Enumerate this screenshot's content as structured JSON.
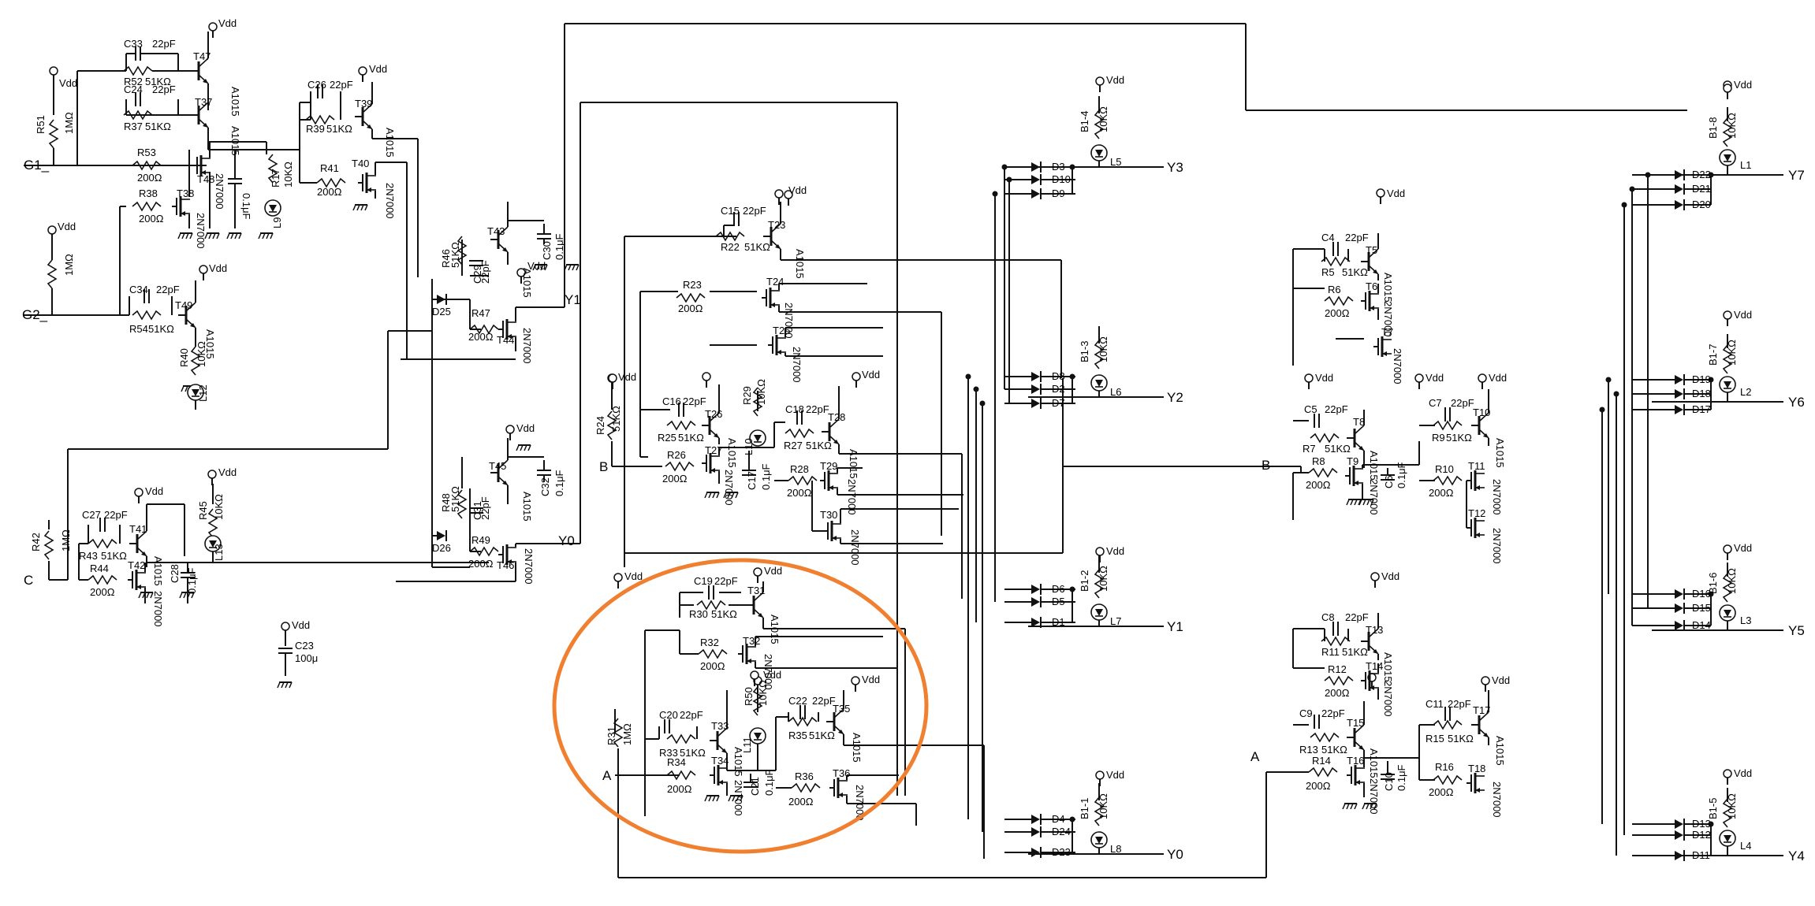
{
  "io": {
    "G1": "G1_",
    "G2": "G2_",
    "C_in": "C",
    "B_left": "B",
    "A_left": "A",
    "B_right": "B",
    "A_right": "A",
    "Y0": "Y0",
    "Y1": "Y1",
    "Y2": "Y2",
    "Y3": "Y3",
    "Y4": "Y4",
    "Y5": "Y5",
    "Y6": "Y6",
    "Y7": "Y7",
    "Y1_mid": "Y1",
    "Y0_mid": "Y0"
  },
  "vdd": "Vdd",
  "parts": {
    "A1015": "A1015",
    "N7000": "2N7000",
    "C22pF": "22pF",
    "R51k": "51KΩ",
    "R200": "200Ω",
    "R1M": "1MΩ",
    "R10k": "10KΩ",
    "C01": "0.1μF",
    "C100": "100μ",
    "T47": "T47",
    "T37": "T37",
    "T48": "T48",
    "T38": "T38",
    "T39": "T39",
    "T40": "T40",
    "T49": "T49",
    "T41": "T41",
    "T42": "T42",
    "T43": "T43",
    "T44": "T44",
    "T45": "T45",
    "T46": "T46",
    "T23": "T23",
    "T24": "T24",
    "T25": "T25",
    "T26": "T26",
    "T27": "T27",
    "T28": "T28",
    "T29": "T29",
    "T30": "T30",
    "T31": "T31",
    "T32": "T32",
    "T33": "T33",
    "T34": "T34",
    "T35": "T35",
    "T36": "T36",
    "T5": "T5",
    "T6": "T6",
    "T7": "T7",
    "T8": "T8",
    "T9": "T9",
    "T10": "T10",
    "T11": "T11",
    "T12": "T12",
    "T13": "T13",
    "T14": "T14",
    "T15": "T15",
    "T16": "T16",
    "T17": "T17",
    "T18": "T18",
    "C33": "C33",
    "C24": "C24",
    "C26": "C26",
    "C34": "C34",
    "C27": "C27",
    "C29": "C29",
    "C31": "C31",
    "C30": "C30",
    "C32": "C32",
    "C28": "C28",
    "C23": "C23",
    "C15": "C15",
    "C16": "C16",
    "C18": "C18",
    "C17": "C17",
    "C19": "C19",
    "C20": "C20",
    "C22": "C22",
    "C21": "C21",
    "C4": "C4",
    "C5": "C5",
    "C7": "C7",
    "C6": "C6",
    "C8": "C8",
    "C9": "C9",
    "C11": "C11",
    "C10": "C10",
    "R52": "R52",
    "R37": "R37",
    "R53": "R53",
    "R38": "R38",
    "R51": "R51",
    "R39": "R39",
    "R41": "R41",
    "R17": "R17",
    "R54": "R54",
    "R40": "R40",
    "R42": "R42",
    "R43": "R43",
    "R44": "R44",
    "R45": "R45",
    "R46": "R46",
    "R47": "R47",
    "R48": "R48",
    "R49": "R49",
    "R22": "R22",
    "R23": "R23",
    "R24": "R24",
    "R25": "R25",
    "R26": "R26",
    "R27": "R27",
    "R28": "R28",
    "R29": "R29",
    "R30": "R30",
    "R31": "R31",
    "R32": "R32",
    "R33": "R33",
    "R34": "R34",
    "R35": "R35",
    "R36": "R36",
    "R50": "R50",
    "R5": "R5",
    "R6": "R6",
    "R7": "R7",
    "R8": "R8",
    "R9": "R9",
    "R10": "R10",
    "R11": "R11",
    "R12": "R12",
    "R13": "R13",
    "R14": "R14",
    "R15": "R15",
    "R16": "R16",
    "L9": "L9",
    "L12": "L12",
    "L13": "L13",
    "L10": "L10",
    "L11": "L11",
    "L1": "L1",
    "L2": "L2",
    "L3": "L3",
    "L4": "L4",
    "L5": "L5",
    "L6": "L6",
    "L7": "L7",
    "L8": "L8",
    "B1_1": "B1-1",
    "B1_2": "B1-2",
    "B1_3": "B1-3",
    "B1_4": "B1-4",
    "B1_5": "B1-5",
    "B1_6": "B1-6",
    "B1_7": "B1-7",
    "B1_8": "B1-8",
    "D1": "D1",
    "D2": "D2",
    "D3": "D3",
    "D4": "D4",
    "D5": "D5",
    "D6": "D6",
    "D7": "D7",
    "D8": "D8",
    "D9": "D9",
    "D10": "D10",
    "D11": "D11",
    "D12": "D12",
    "D13": "D13",
    "D14": "D14",
    "D15": "D15",
    "D16": "D16",
    "D17": "D17",
    "D18": "D18",
    "D19": "D19",
    "D20": "D20",
    "D21": "D21",
    "D22": "D22",
    "D23": "D23",
    "D24": "D24",
    "D25": "D25",
    "D26": "D26"
  },
  "highlight_color": "#f07f2f"
}
